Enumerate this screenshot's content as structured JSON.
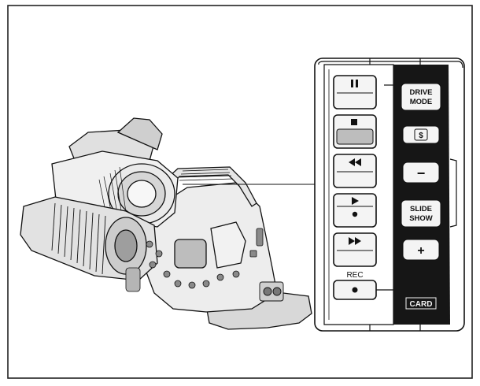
{
  "panel": {
    "left_buttons": [
      {
        "id": "pause",
        "icon": "pause-icon",
        "label": ""
      },
      {
        "id": "stop",
        "icon": "stop-icon",
        "label": ""
      },
      {
        "id": "rewind",
        "icon": "rewind-icon",
        "label": ""
      },
      {
        "id": "play",
        "icon": "play-record-icon",
        "label": ""
      },
      {
        "id": "fast-forward",
        "icon": "fast-forward-icon",
        "label": ""
      },
      {
        "id": "record",
        "icon": "record-dot-icon",
        "label": "REC"
      }
    ],
    "right_buttons": [
      {
        "id": "drive-mode",
        "line1": "DRIVE",
        "line2": "MODE"
      },
      {
        "id": "dollar",
        "symbol": "$"
      },
      {
        "id": "minus",
        "symbol": "−"
      },
      {
        "id": "slide-show",
        "line1": "SLIDE",
        "line2": "SHOW"
      },
      {
        "id": "plus",
        "symbol": "+"
      }
    ],
    "card_label": "CARD"
  },
  "colors": {
    "line": "#111111",
    "panel_dark": "#161616",
    "button_face": "#f4f4f4",
    "stop_face": "#bdbdbd"
  }
}
